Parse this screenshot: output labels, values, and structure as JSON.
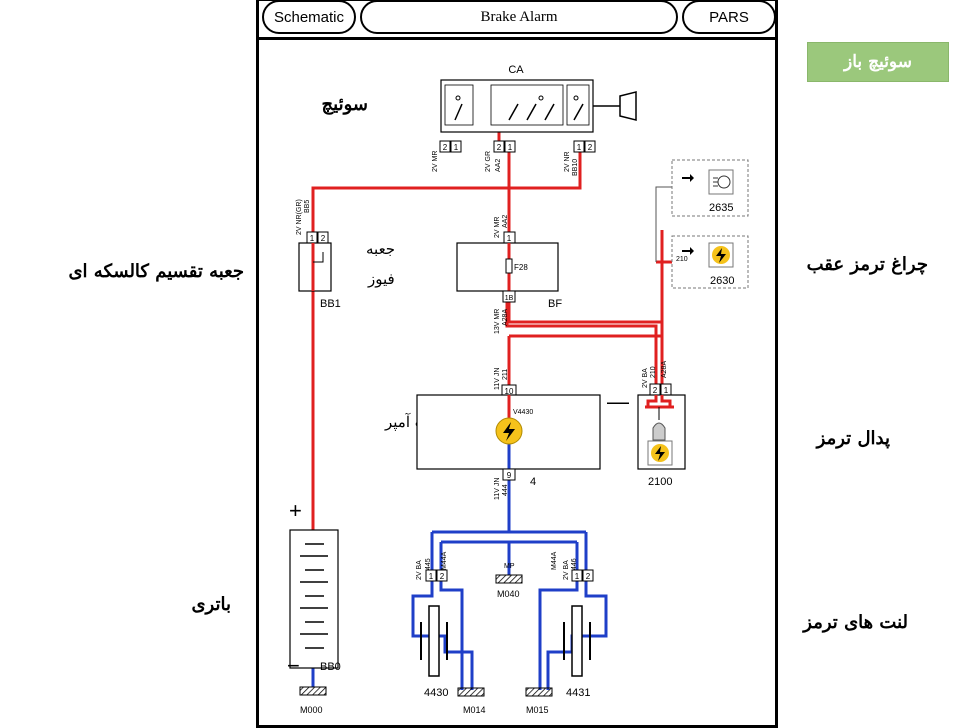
{
  "header": {
    "tab_schematic": "Schematic",
    "title": "Brake Alarm",
    "tab_brand": "PARS"
  },
  "status_badge": "سوئیچ باز",
  "side_labels": {
    "switch": "سوئیچ",
    "distribution_box": "جعبه تقسیم کالسکه ای",
    "fuse_box_line1": "جعبه",
    "fuse_box_line2": "فیوز",
    "rear_brake_light": "چراغ ترمز عقب",
    "brake_pedal": "پدال ترمز",
    "dashboard": "پشت آمپر",
    "battery": "باتری",
    "brake_pads": "لنت های ترمز"
  },
  "components": {
    "ca": "CA",
    "bb1": "BB1",
    "bf": "BF",
    "fuse": "F28",
    "lamp_2635": "2635",
    "lamp_2630": "2630",
    "pedal_2100": "2100",
    "dash_4": "4",
    "dash_v": "V4430",
    "bb0": "BB0",
    "m000": "M000",
    "m014": "M014",
    "m015": "M015",
    "m040": "M040",
    "pad_4430": "4430",
    "pad_4431": "4431",
    "plus": "+",
    "minus": "−",
    "dash_mark": "—"
  },
  "connector_labels": {
    "ca_2v_mr": "2V MR",
    "ca_2v_gr": "2V GR",
    "ca_2v_nr": "2V NR",
    "ca_aa2": "AA2",
    "ca_bb10": "BB10",
    "bb1_conn": "2V NR(GR)",
    "bb1_bb5": "BB5",
    "bf_top": "2V MR",
    "bf_top_aa2": "AA2",
    "bf_bottom": "13V MR",
    "bf_bottom_code": "A28A",
    "bf_pin_1b": "1B",
    "dash_top": "11V JN",
    "dash_top_code": "211",
    "dash_bottom": "11V JN",
    "dash_bottom_code": "444",
    "pedal_conn": "2V BA",
    "pedal_210": "210",
    "pedal_a28a": "A28A",
    "lamp_210": "210",
    "pad_left_conn": "2V BA",
    "pad_left_445": "445",
    "pad_left_m44": "M44A",
    "pad_right_conn": "2V BA",
    "pad_right_446": "446",
    "pad_right_m44": "M44A",
    "mp": "MP"
  },
  "pins": {
    "p1": "1",
    "p2": "2",
    "p9": "9",
    "p10": "10"
  },
  "colors": {
    "power_wire": "#e02020",
    "ground_wire": "#1f3fc8",
    "signal_wire": "#555555",
    "badge_bg": "#9bc87c",
    "lamp_yellow": "#f5c21b"
  }
}
